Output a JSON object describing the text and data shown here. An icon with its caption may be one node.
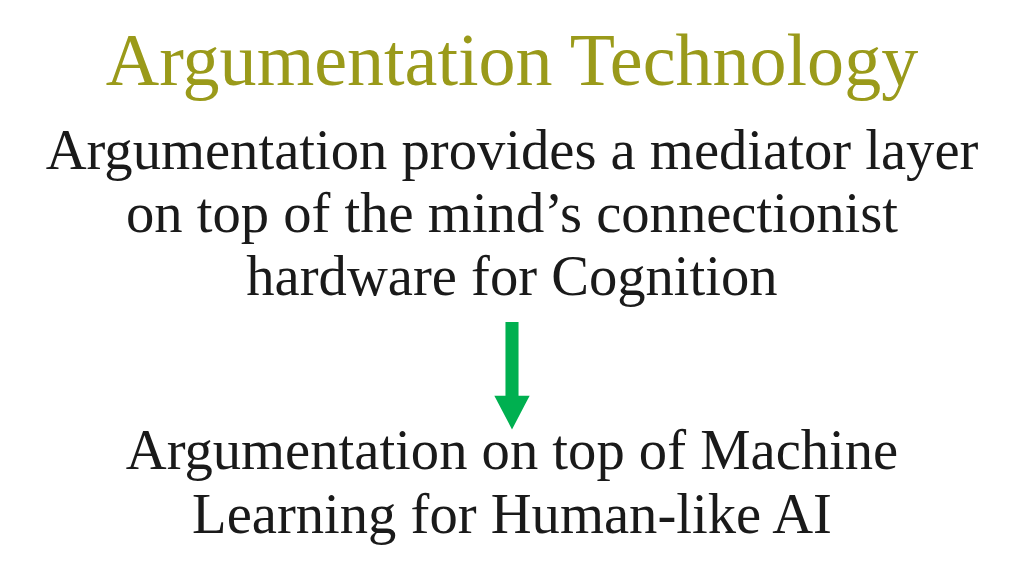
{
  "diagram": {
    "title": "Argumentation Technology",
    "nodes": [
      {
        "text": [
          "Argumentation provides a mediator layer on top of the mind’s connectionist hardware for Cognition"
        ]
      },
      {
        "text": [
          "Argumentation on top of Machine Learning for Human-like AI"
        ]
      }
    ],
    "edges": [
      {
        "from": 0,
        "to": 1,
        "arrow": "to",
        "color": "#00b050"
      }
    ]
  }
}
